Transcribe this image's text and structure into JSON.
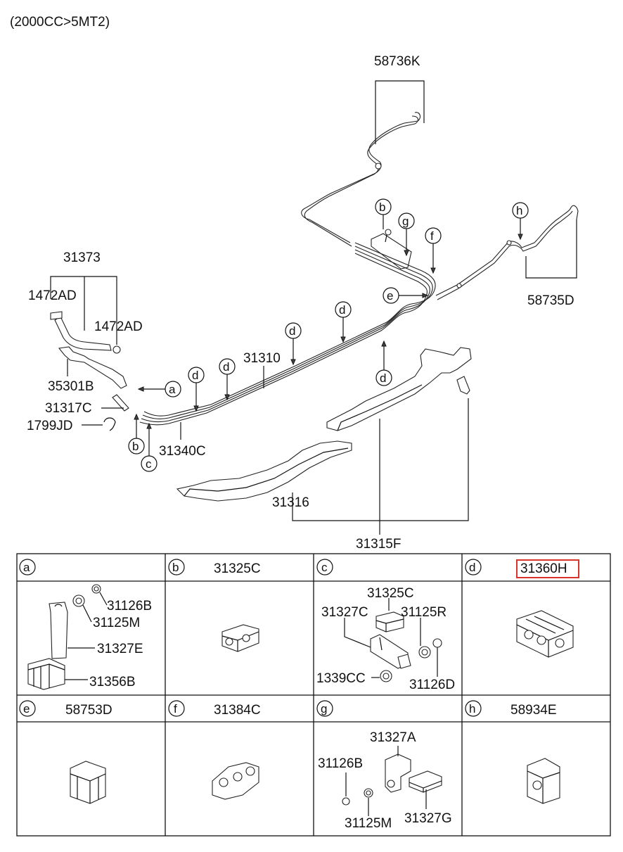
{
  "header": {
    "spec": "(2000CC>5MT2)"
  },
  "callouts": {
    "p58736K": "58736K",
    "p58735D": "58735D",
    "p31373": "31373",
    "p1472AD_a": "1472AD",
    "p1472AD_b": "1472AD",
    "p35301B": "35301B",
    "p31317C": "31317C",
    "p1799JD": "1799JD",
    "p31310": "31310",
    "p31340C": "31340C",
    "p31316": "31316",
    "p31315F": "31315F"
  },
  "letters": {
    "a": "a",
    "b": "b",
    "c": "c",
    "d": "d",
    "e": "e",
    "f": "f",
    "g": "g",
    "h": "h"
  },
  "table": {
    "cells": [
      {
        "key": "a",
        "part": ""
      },
      {
        "key": "b",
        "part": "31325C"
      },
      {
        "key": "c",
        "part": ""
      },
      {
        "key": "d",
        "part": "31360H",
        "highlighted": true
      },
      {
        "key": "e",
        "part": "58753D"
      },
      {
        "key": "f",
        "part": "31384C"
      },
      {
        "key": "g",
        "part": ""
      },
      {
        "key": "h",
        "part": "58934E"
      }
    ],
    "a_parts": {
      "p1": "31126B",
      "p2": "31125M",
      "p3": "31327E",
      "p4": "31356B"
    },
    "c_parts": {
      "p1": "31325C",
      "p2": "31327C",
      "p3": "31125R",
      "p4": "1339CC",
      "p5": "31126D"
    },
    "g_parts": {
      "p1": "31327A",
      "p2": "31126B",
      "p3": "31125M",
      "p4": "31327G"
    }
  },
  "colors": {
    "highlight": "#d9342b",
    "line": "#111111"
  }
}
